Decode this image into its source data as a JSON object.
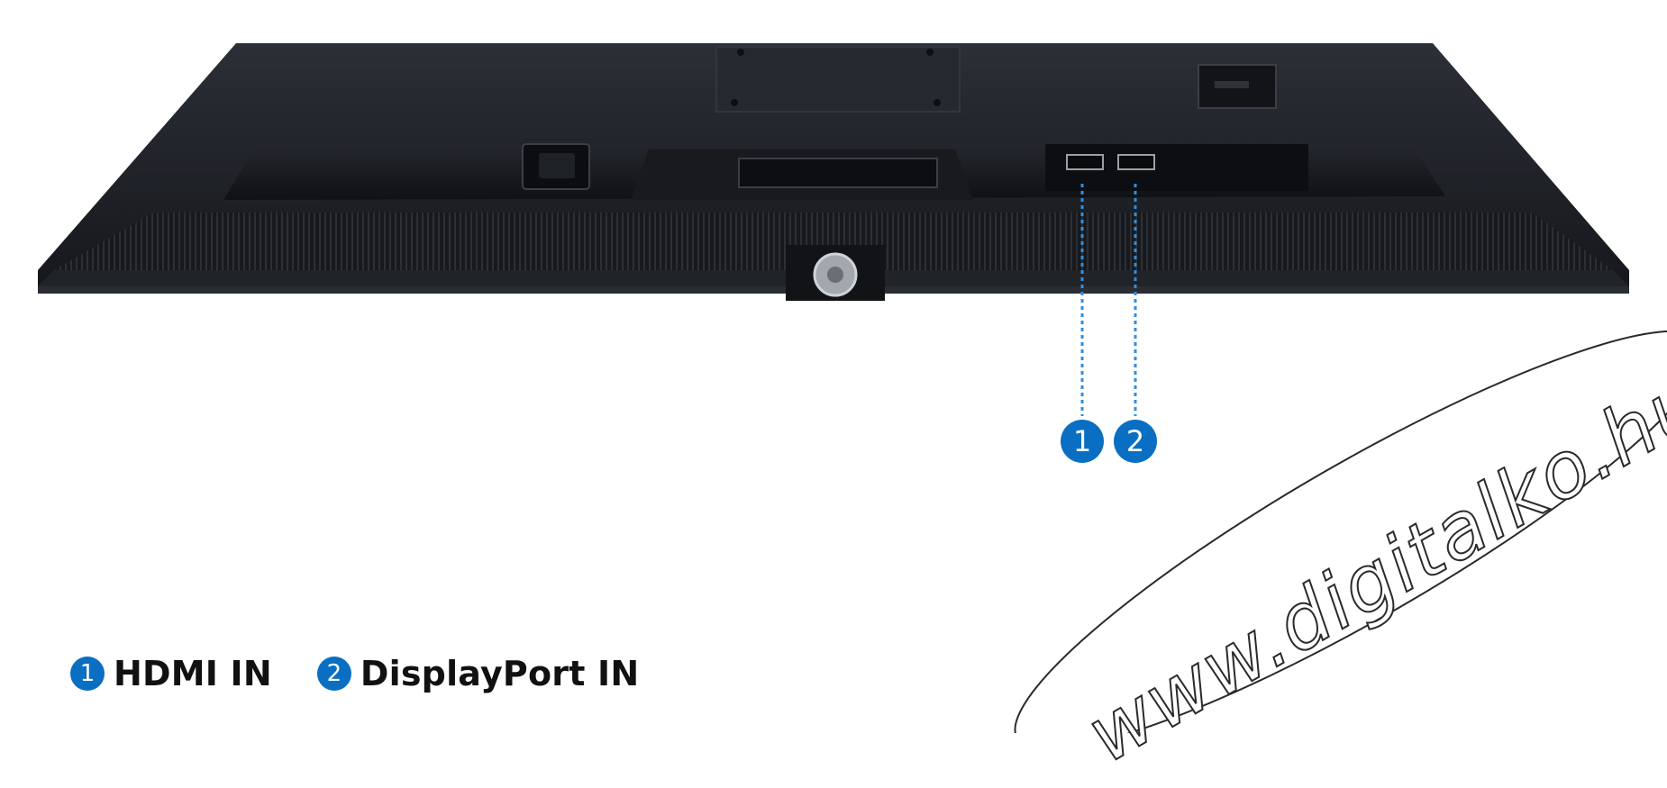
{
  "colors": {
    "accent_blue": "#0a6fc2",
    "callout_line": "#2f8ee0",
    "monitor_body": "#1c1f24"
  },
  "callouts": [
    {
      "number": "1",
      "label": "HDMI IN"
    },
    {
      "number": "2",
      "label": "DisplayPort IN"
    }
  ],
  "watermark": "www.digitalko.hu"
}
